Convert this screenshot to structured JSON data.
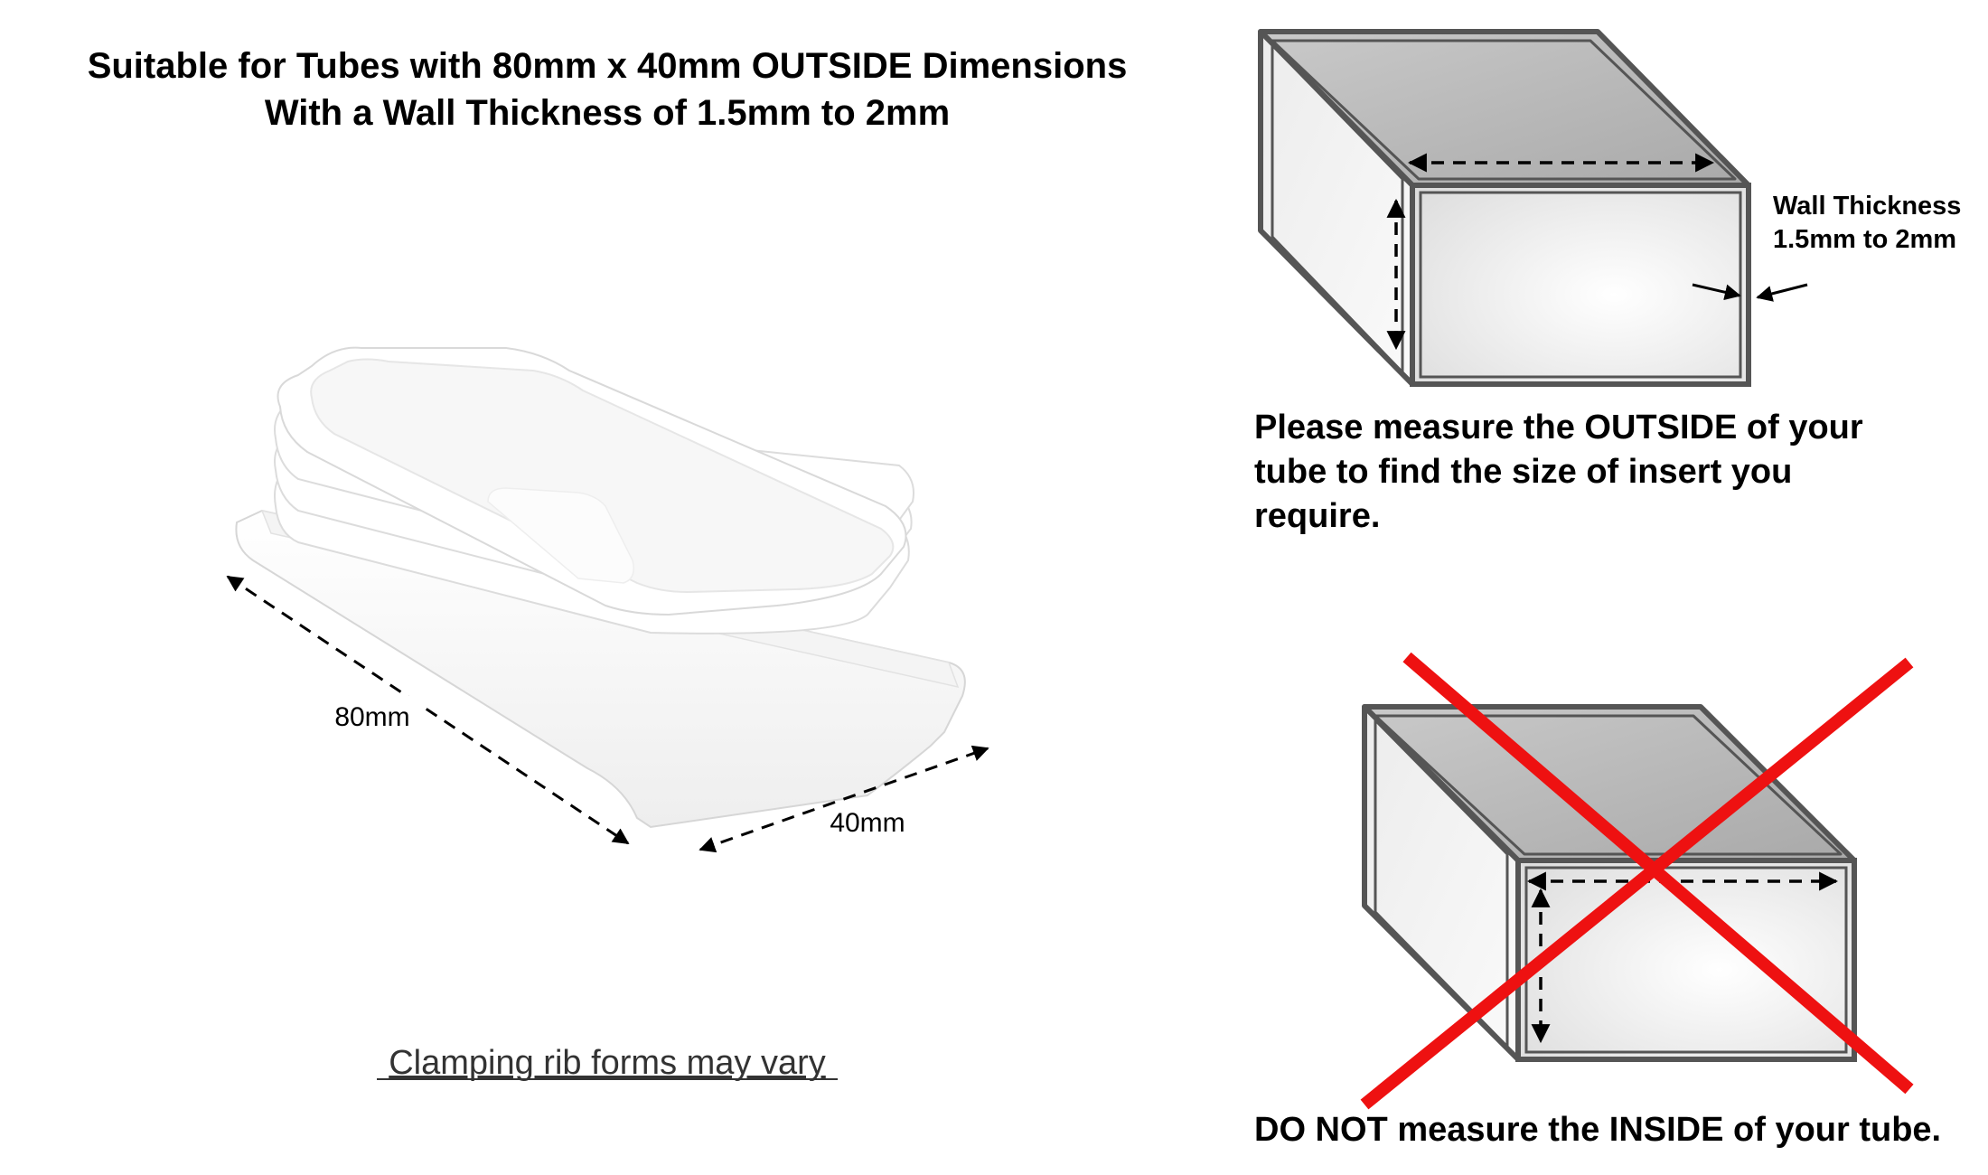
{
  "header": {
    "line1": "Suitable for Tubes with 80mm x 40mm OUTSIDE Dimensions",
    "line2": "With a Wall Thickness of 1.5mm to 2mm"
  },
  "product": {
    "length_label": "80mm",
    "width_label": "40mm",
    "note": "Clamping rib forms may vary"
  },
  "correct_diagram": {
    "wall_label_line1": "Wall Thickness",
    "wall_label_line2": "1.5mm to 2mm",
    "instruction_line1": "Please measure the OUTSIDE of your",
    "instruction_line2": "tube to find the size of insert you",
    "instruction_line3": "require."
  },
  "incorrect_diagram": {
    "warning": "DO NOT measure the INSIDE of your tube."
  },
  "colors": {
    "cross": "#ee1111",
    "outline": "#555555",
    "top_face": "#b8b8b8"
  }
}
